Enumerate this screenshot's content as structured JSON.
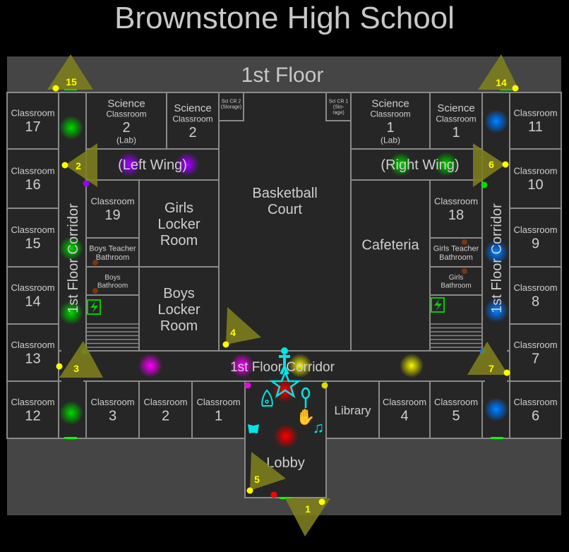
{
  "title": "Brownstone High School",
  "floor_label": "1st Floor",
  "rooms": [
    {
      "lines": [
        "Classroom",
        "17"
      ]
    },
    {
      "lines": [
        "Classroom",
        "16"
      ]
    },
    {
      "lines": [
        "Classroom",
        "15"
      ]
    },
    {
      "lines": [
        "Classroom",
        "14"
      ]
    },
    {
      "lines": [
        "Classroom",
        "13"
      ]
    },
    {
      "lines": [
        "Classroom",
        "12"
      ]
    },
    {
      "lines": [
        "Science",
        "Classroom",
        "2",
        "(Lab)"
      ]
    },
    {
      "lines": [
        "Science",
        "Classroom",
        "2"
      ]
    },
    {
      "lines": [
        "Sci CR 2",
        "(Storage)"
      ]
    },
    {
      "lines": [
        "Classroom",
        "19"
      ]
    },
    {
      "lines": [
        "Boys Teacher",
        "Bathroom"
      ]
    },
    {
      "lines": [
        "Boys",
        "Bathroom"
      ]
    },
    {
      "lines": [
        "Girls",
        "Locker",
        "Room"
      ]
    },
    {
      "lines": [
        "Boys",
        "Locker",
        "Room"
      ]
    },
    {
      "lines": [
        "Basketball",
        "Court"
      ]
    },
    {
      "lines": [
        "Sci CR 1",
        "(Sto-",
        "rage)"
      ]
    },
    {
      "lines": [
        "Science",
        "Classroom",
        "1",
        "(Lab)"
      ]
    },
    {
      "lines": [
        "Science",
        "Classroom",
        "1"
      ]
    },
    {
      "lines": [
        "Cafeteria"
      ]
    },
    {
      "lines": [
        "Classroom",
        "18"
      ]
    },
    {
      "lines": [
        "Girls Teacher",
        "Bathroom"
      ]
    },
    {
      "lines": [
        "Girls",
        "Bathroom"
      ]
    },
    {
      "lines": [
        "Classroom",
        "11"
      ]
    },
    {
      "lines": [
        "Classroom",
        "10"
      ]
    },
    {
      "lines": [
        "Classroom",
        "9"
      ]
    },
    {
      "lines": [
        "Classroom",
        "8"
      ]
    },
    {
      "lines": [
        "Classroom",
        "7"
      ]
    },
    {
      "lines": [
        "Classroom",
        "6"
      ]
    },
    {
      "lines": [
        "Classroom",
        "3"
      ]
    },
    {
      "lines": [
        "Classroom",
        "2"
      ]
    },
    {
      "lines": [
        "Classroom",
        "1"
      ]
    },
    {
      "lines": [
        "Lobby"
      ]
    },
    {
      "lines": [
        "Library"
      ]
    },
    {
      "lines": [
        "Classroom",
        "4"
      ]
    },
    {
      "lines": [
        "Classroom",
        "5"
      ]
    }
  ],
  "corridors": {
    "left_wing": "(Left Wing)",
    "right_wing": "(Right Wing)",
    "main": "1st Floor Corridor",
    "left_vertical": "1st Floor Corridor",
    "right_vertical": "1st Floor Corridor"
  },
  "cameras": [
    "1",
    "2",
    "3",
    "4",
    "5",
    "6",
    "7",
    "14",
    "15"
  ],
  "colors": {
    "camera_cone": "#7d7d1e",
    "camera_dot": "#ffff00",
    "evidence_icons": "#00e5e5",
    "exit_marker": "#00ff00",
    "glow_green": "#00cc00",
    "glow_purple": "#9900ff",
    "glow_blue": "#0077ff",
    "glow_magenta": "#ee00ee",
    "glow_yellow": "#dddd00",
    "glow_red": "#ff0000"
  },
  "icons": [
    "person-icon",
    "pentagram-icon",
    "planchette-icon",
    "mirror-icon",
    "hand-icon",
    "music-note-icon",
    "cards-icon",
    "electrical-panel-icon",
    "stairs-icon"
  ]
}
